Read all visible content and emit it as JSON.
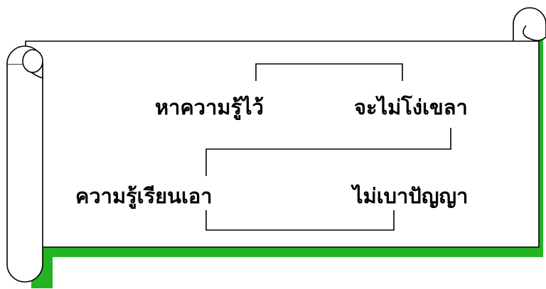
{
  "colors": {
    "shadow": "#22b422",
    "outline": "#000000",
    "paper": "#ffffff"
  },
  "verse": {
    "line1": {
      "left": "หาความรู้ไว้",
      "right": "จะไม่โง่เขลา"
    },
    "line2": {
      "left": "ความรู้เรียนเอา",
      "right": "ไม่เบาปัญญา"
    }
  }
}
